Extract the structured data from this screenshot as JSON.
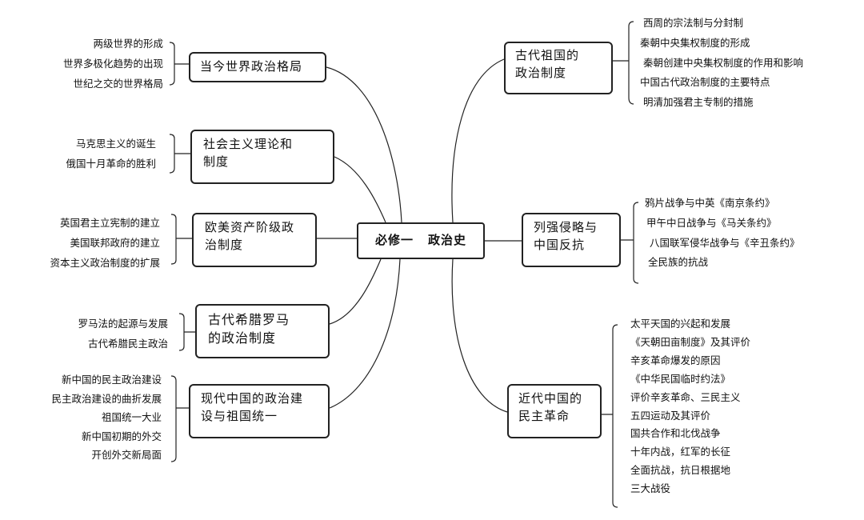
{
  "center": {
    "part1": "必修一",
    "part2": "政治史"
  },
  "right": [
    {
      "id": "ancient",
      "lines": [
        "古代祖国的",
        "政治制度"
      ],
      "leaves": [
        "西周的宗法制与分封制",
        "秦朝中央集权制度的形成",
        "秦朝创建中央集权制度的作用和影响",
        "中国古代政治制度的主要特点",
        "明清加强君主专制的措施"
      ]
    },
    {
      "id": "invasion",
      "lines": [
        "列强侵略与",
        "中国反抗"
      ],
      "leaves": [
        "鸦片战争与中英《南京条约》",
        "甲午中日战争与《马关条约》",
        "八国联军侵华战争与《辛丑条约》",
        "全民族的抗战"
      ]
    },
    {
      "id": "modern-revolution",
      "lines": [
        "近代中国的",
        "民主革命"
      ],
      "leaves": [
        "太平天国的兴起和发展",
        "《天朝田亩制度》及其评价",
        "辛亥革命爆发的原因",
        "《中华民国临时约法》",
        "评价辛亥革命、三民主义",
        "五四运动及其评价",
        "国共合作和北伐战争",
        "十年内战，红军的长征",
        "全面抗战，抗日根据地",
        "三大战役"
      ]
    }
  ],
  "left": [
    {
      "id": "world-pattern",
      "lines": [
        "当今世界政治格局"
      ],
      "leaves": [
        "两级世界的形成",
        "世界多极化趋势的出现",
        "世纪之交的世界格局"
      ]
    },
    {
      "id": "socialism",
      "lines": [
        "社会主义理论和",
        "制度"
      ],
      "leaves": [
        "马克思主义的诞生",
        "俄国十月革命的胜利"
      ]
    },
    {
      "id": "bourgeois",
      "lines": [
        "欧美资产阶级政",
        "治制度"
      ],
      "leaves": [
        "英国君主立宪制的建立",
        "美国联邦政府的建立",
        "资本主义政治制度的扩展"
      ]
    },
    {
      "id": "greece-rome",
      "lines": [
        "古代希腊罗马",
        "的政治制度"
      ],
      "leaves": [
        "罗马法的起源与发展",
        "古代希腊民主政治"
      ]
    },
    {
      "id": "prc-politics",
      "lines": [
        "现代中国的政治建",
        "设与祖国统一"
      ],
      "leaves": [
        "新中国的民主政治建设",
        "民主政治建设的曲折发展",
        "祖国统一大业",
        "新中国初期的外交",
        "开创外交新局面"
      ]
    }
  ]
}
